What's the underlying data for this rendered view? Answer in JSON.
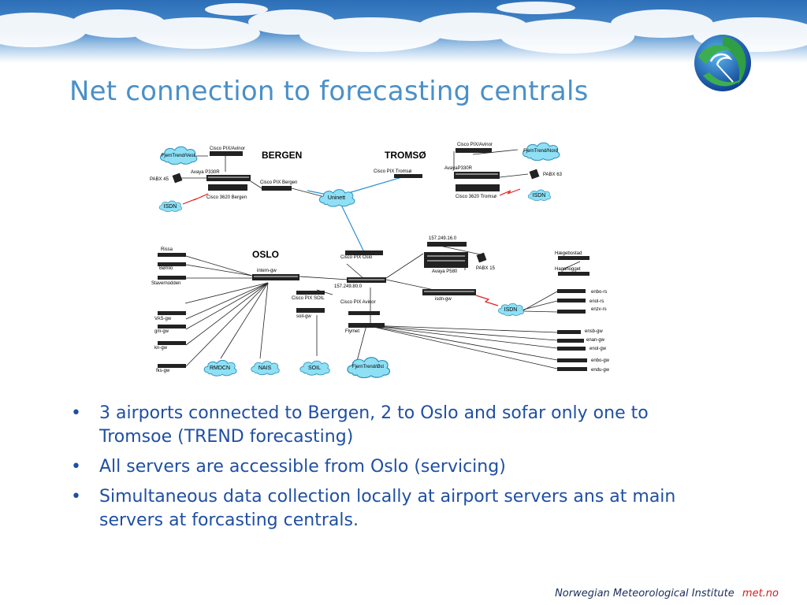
{
  "slide": {
    "title": "Net connection to forecasting centrals",
    "bullets": [
      "3 airports connected to Bergen, 2 to Oslo and sofar only one to Tromsoe (TREND forecasting)",
      "All servers are accessible from Oslo (servicing)",
      "Simultaneous data collection locally at airport servers ans at main servers at forcasting centrals."
    ],
    "footer": {
      "institute": "Norwegian Meteorological Institute",
      "site": "met.no"
    }
  },
  "diagram": {
    "sites": {
      "bergen": "BERGEN",
      "tromso": "TROMSØ",
      "oslo": "OSLO"
    },
    "labels": {
      "b_pix_avinor": "Cisco PIX/Avinor",
      "b_fjerntrend": "FjernTrend/Vest",
      "b_avaya": "Avaya P330R",
      "b_pabx": "PABX 45",
      "b_pix_bergen": "Cisco PIX Bergen",
      "b_isdn": "ISDN",
      "b_cisco3620": "Cisco 3620 Bergen",
      "uninett": "Uninett",
      "t_pix_avinor": "Cisco PIX/Avinor",
      "t_fjerntrend": "FjernTrend/Nord",
      "t_pix_tromso": "Cisco PIX Tromsø",
      "t_avaya": "AvayaP330R",
      "t_pabx": "PABX 63",
      "t_isdn": "ISDN",
      "t_cisco3620": "Cisco 3620 Tromsø",
      "o_rissa": "Rissa",
      "o_bomlo": "Bømlo",
      "o_stavernodden": "Stavernodden",
      "o_intern_gw": "intern-gw",
      "o_pix_oslo": "Cisco PIX Oslo",
      "o_net_157_16": "157.249.16.0",
      "o_avaya": "Avaya P580",
      "o_pabx": "PABX 15",
      "o_hagebostad": "Hægebostad",
      "o_hagahogget": "Hagahogget",
      "o_net_157_80": "157.249.80.0",
      "o_pix_soil": "Cisco PIX SOIL",
      "o_soil_gw": "soil-gw",
      "o_isdn_gw": "isdn-gw",
      "o_pix_avinor": "Cisco PIX Avinor",
      "o_flymet": "Flymet",
      "o_isdn": "ISDN",
      "o_vas_gw": "VAS-gw",
      "o_gm_gw": "gm-gw",
      "o_kn_gw": "kn-gw",
      "o_fks_gw": "fks-gw",
      "o_rmdcn": "RMDCN",
      "o_nais": "NAIS",
      "o_soil": "SOIL",
      "o_fjerntrend": "FjernTrend/Øst",
      "o_enbo_rs": "enbo-rs",
      "o_enol_rs": "enol-rs",
      "o_enzv_rs": "enzv-rs",
      "o_ensb_gw": "ensb-gw",
      "o_enan_gw": "enan-gw",
      "o_enol_gw": "enol-gw",
      "o_enbo_gw": "enbo-gw",
      "o_endu_gw": "endu-gw"
    }
  },
  "colors": {
    "title": "#4a90c8",
    "bullet_text": "#1f4fa3",
    "cloud_fill": "#8fe0f5",
    "cloud_stroke": "#2a8fb8",
    "uplink": "#2b8fd6",
    "isdn_link": "#e02020",
    "footer_link": "#d81b1b"
  },
  "icons": {
    "banner": "sky-clouds-banner",
    "logo": "met-globe-logo"
  }
}
